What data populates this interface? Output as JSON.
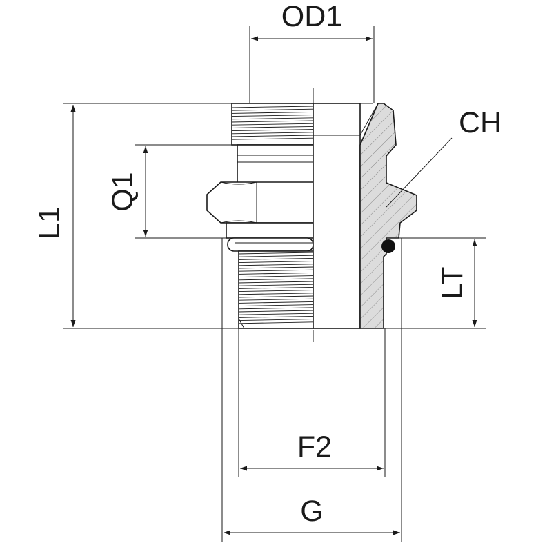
{
  "drawing": {
    "labels": {
      "od1": "OD1",
      "ch": "CH",
      "q1": "Q1",
      "l1": "L1",
      "lt": "LT",
      "f2": "F2",
      "g": "G"
    },
    "colors": {
      "line": "#1a1a1a",
      "section_fill": "#dcdcdc",
      "background": "#ffffff"
    }
  }
}
